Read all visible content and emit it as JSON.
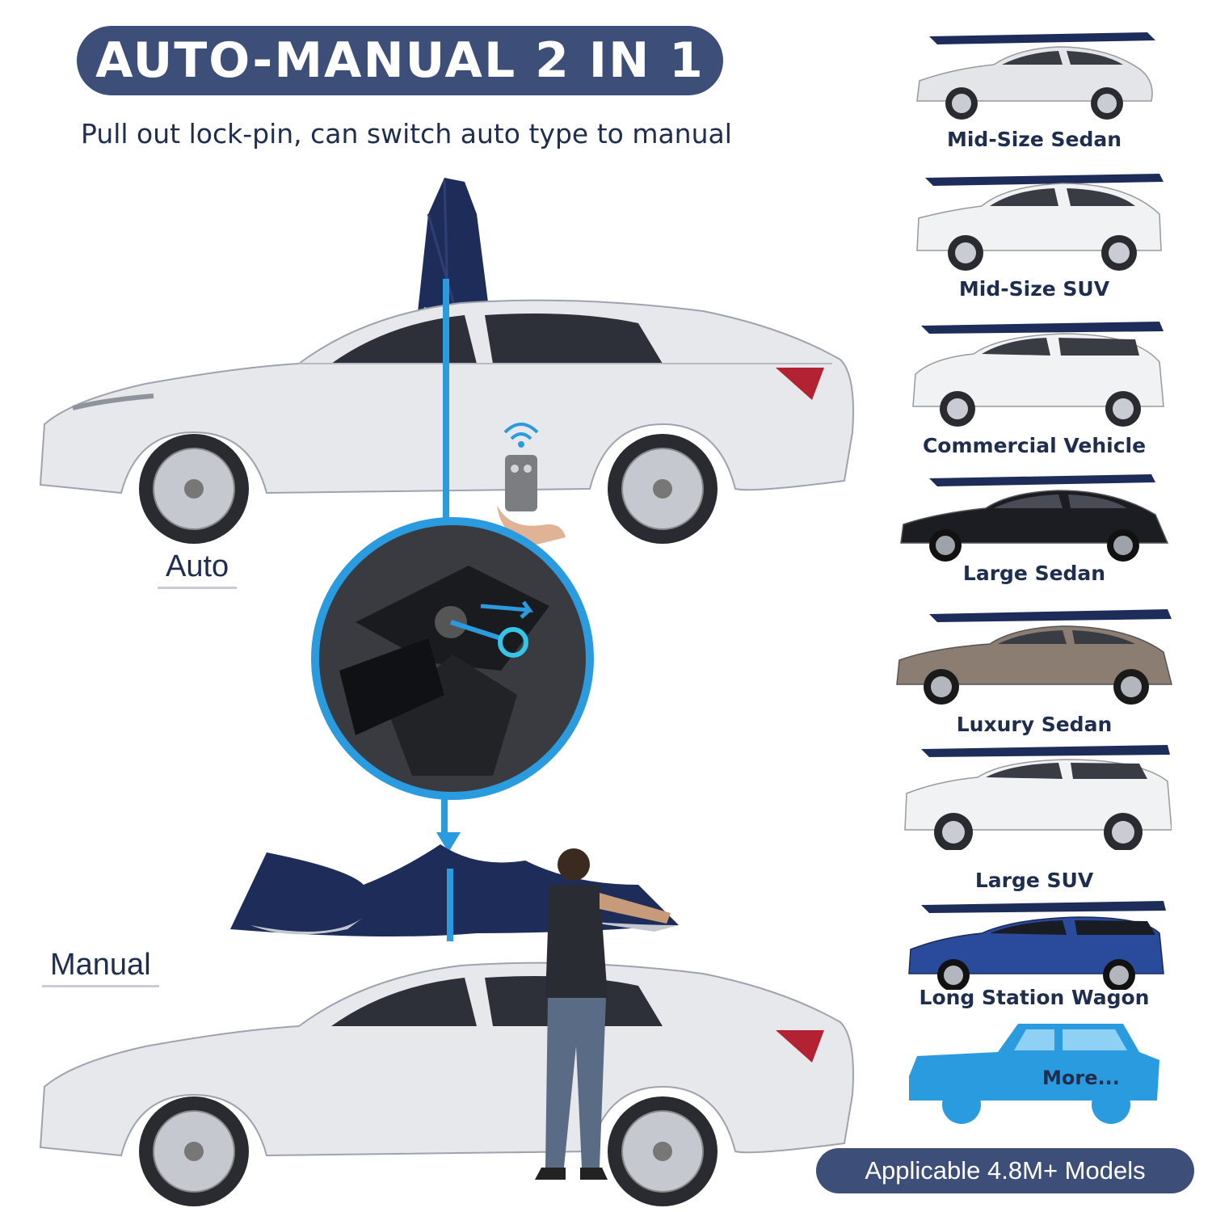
{
  "header": {
    "title": "AUTO-MANUAL 2 IN 1",
    "subtitle": "Pull out lock-pin, can switch auto type to manual"
  },
  "modes": {
    "auto_label": "Auto",
    "manual_label": "Manual"
  },
  "vehicle_types": [
    {
      "label": "Mid-Size Sedan",
      "icon": "sedan-silver-icon"
    },
    {
      "label": "Mid-Size SUV",
      "icon": "suv-white-icon"
    },
    {
      "label": "Commercial Vehicle",
      "icon": "minivan-white-icon"
    },
    {
      "label": "Large Sedan",
      "icon": "sedan-black-icon"
    },
    {
      "label": "Luxury Sedan",
      "icon": "sedan-bronze-icon"
    },
    {
      "label": "Large SUV",
      "icon": "suv-silver-icon"
    },
    {
      "label": "Long Station Wagon",
      "icon": "wagon-blue-icon"
    }
  ],
  "more": {
    "label": "More...",
    "icon": "offroad-silhouette-icon"
  },
  "footer": {
    "badge": "Applicable 4.8M+ Models"
  },
  "colors": {
    "navy_pill": "#3d4f78",
    "canopy": "#1e2c5a",
    "accent_blue": "#2b9be0",
    "text_dark": "#1f2d4e"
  }
}
